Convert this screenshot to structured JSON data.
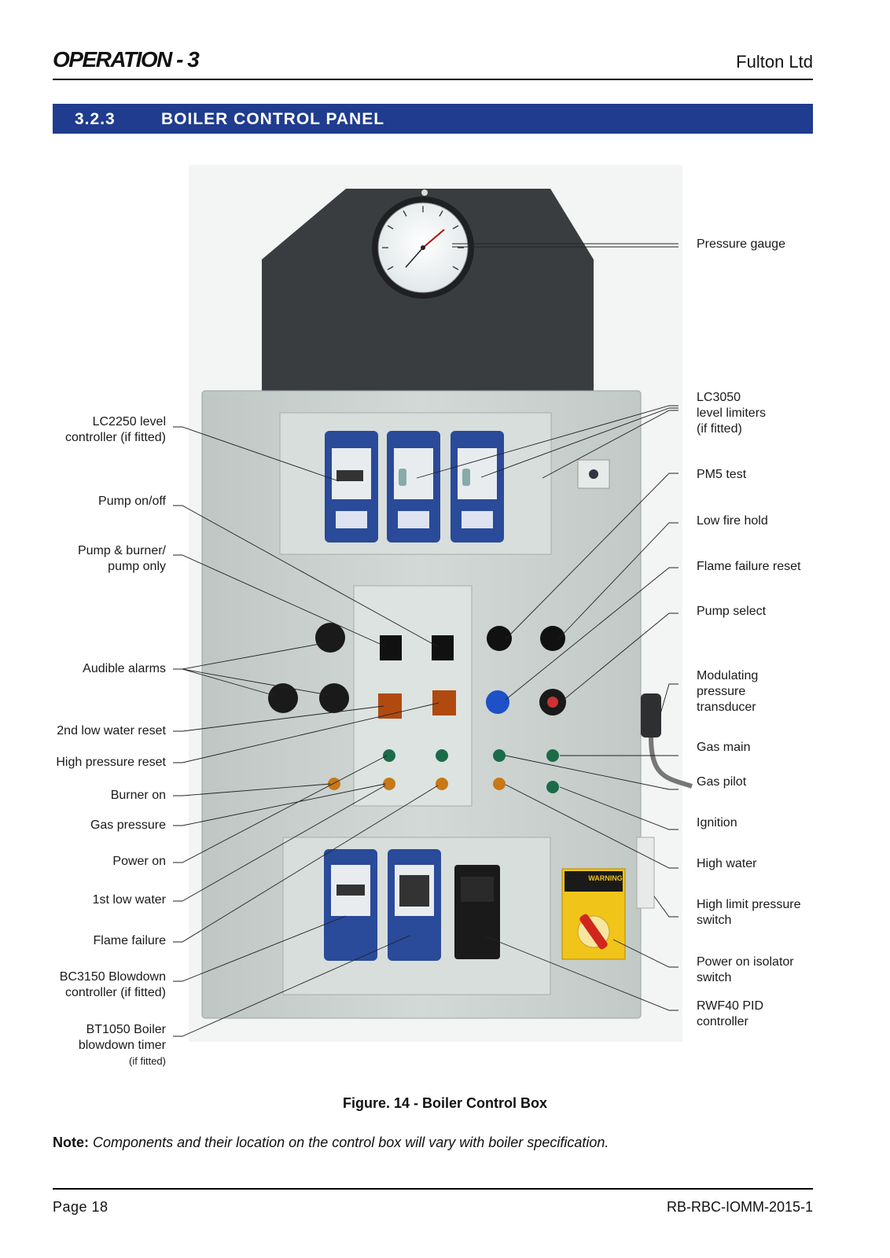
{
  "header": {
    "section_title": "OPERATION - 3",
    "company": "Fulton Ltd"
  },
  "section": {
    "number": "3.2.3",
    "title": "BOILER CONTROL PANEL"
  },
  "callouts_left": {
    "lc2250_line1": "LC2250 level",
    "lc2250_line2": "controller (if fitted)",
    "pump_on_off": "Pump on/off",
    "pump_burner_line1": "Pump & burner/",
    "pump_burner_line2": "pump only",
    "audible_alarms": "Audible alarms",
    "second_low_water_reset": "2nd low water reset",
    "high_pressure_reset": "High pressure reset",
    "burner_on": "Burner on",
    "gas_pressure": "Gas pressure",
    "power_on": "Power on",
    "first_low_water": "1st low water",
    "flame_failure": "Flame failure",
    "bc3150_line1": "BC3150 Blowdown",
    "bc3150_line2": "controller (if fitted)",
    "bt1050_line1": "BT1050 Boiler",
    "bt1050_line2": "blowdown timer",
    "bt1050_line3": "(if fitted)"
  },
  "callouts_right": {
    "pressure_gauge": "Pressure gauge",
    "lc3050_line1": "LC3050",
    "lc3050_line2": "level limiters",
    "lc3050_line3": "(if fitted)",
    "pm5_test": "PM5 test",
    "low_fire_hold": "Low fire hold",
    "flame_failure_reset": "Flame failure reset",
    "pump_select": "Pump select",
    "mod_line1": "Modulating",
    "mod_line2": "pressure",
    "mod_line3": "transducer",
    "gas_main": "Gas main",
    "gas_pilot": "Gas pilot",
    "ignition": "Ignition",
    "high_water": "High water",
    "hlps_line1": "High limit pressure",
    "hlps_line2": "switch",
    "isolator_line1": "Power on isolator",
    "isolator_line2": "switch",
    "rwf40_line1": "RWF40 PID",
    "rwf40_line2": "controller"
  },
  "panel_text": {
    "warning": "WARNING"
  },
  "figure_caption": "Figure. 14 - Boiler Control Box",
  "note": {
    "label": "Note:",
    "text": "Components and their location on the control box will vary with boiler specification."
  },
  "footer": {
    "page": "Page 18",
    "doc_ref": "RB-RBC-IOMM-2015-1"
  },
  "colors": {
    "section_bar": "#1f3c8f",
    "panel": "#c9d0cd",
    "gauge_plate": "#3b3e40",
    "controller_blue": "#2a4a9a",
    "warning_yellow": "#f0c419",
    "isolator_red": "#d0261d"
  }
}
